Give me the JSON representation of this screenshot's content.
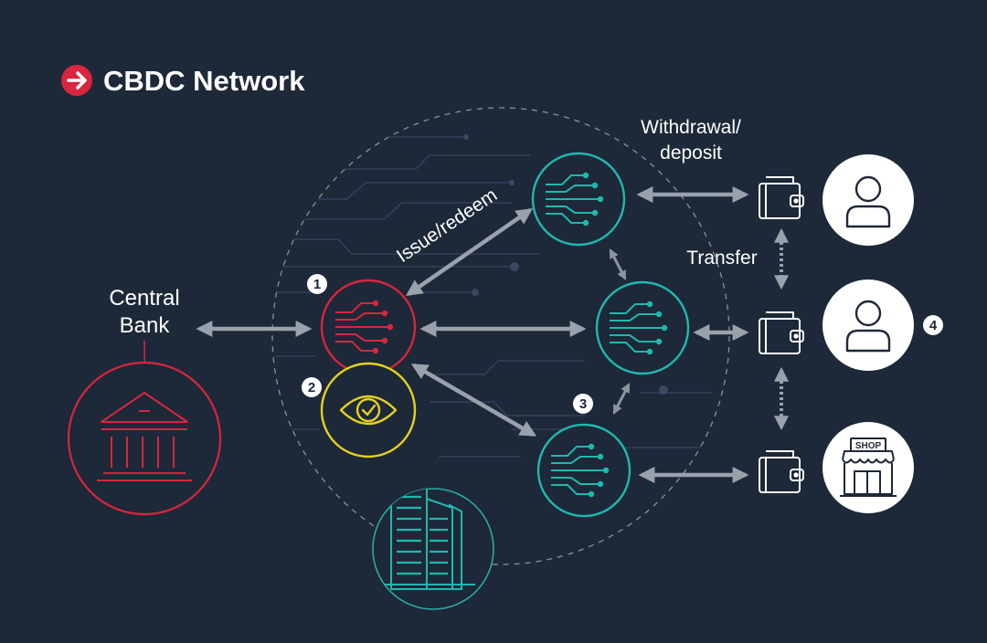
{
  "header": {
    "title": "CBDC Network",
    "icon": "arrow-right-circle-icon"
  },
  "labels": {
    "central_bank_line1": "Central",
    "central_bank_line2": "Bank",
    "issue_redeem": "Issue/redeem",
    "withdrawal_line1": "Withdrawal/",
    "withdrawal_line2": "deposit",
    "transfer": "Transfer",
    "shop_sign": "SHOP"
  },
  "markers": {
    "m1": "1",
    "m2": "2",
    "m3": "3",
    "m4": "4"
  },
  "icons": {
    "central_bank": "bank-building-icon",
    "oversight": "eye-check-icon",
    "node": "network-node-icon",
    "wallet": "wallet-icon",
    "user": "user-icon",
    "shop": "shop-icon",
    "office": "office-building-icon"
  },
  "colors": {
    "background": "#1d2838",
    "red": "#d7263d",
    "yellow": "#e6d21c",
    "teal": "#1fb8b0",
    "arrow": "#9aa1ab",
    "white": "#ffffff"
  }
}
